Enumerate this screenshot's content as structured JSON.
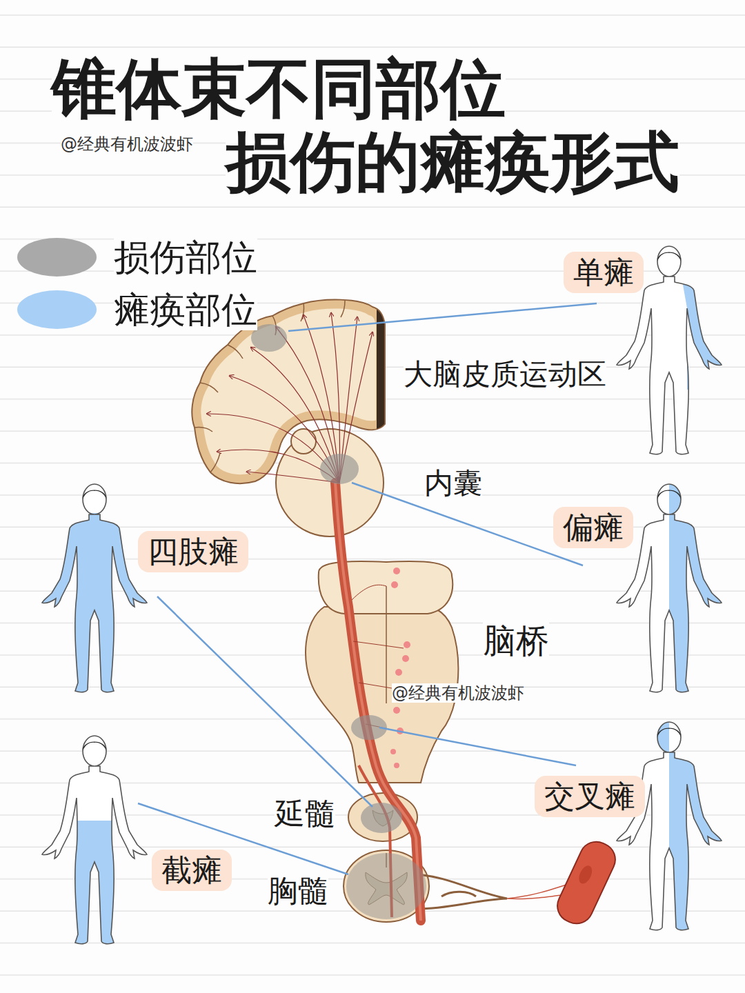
{
  "diagram": {
    "title": "锥体束不同部位 损伤的瘫痪形式",
    "nodes": [
      {
        "text": [
          "单瘫"
        ]
      },
      {
        "text": [
          "偏瘫"
        ]
      },
      {
        "text": [
          "四肢瘫"
        ]
      },
      {
        "text": [
          "交叉瘫"
        ]
      },
      {
        "text": [
          "截瘫"
        ]
      }
    ],
    "labels": [
      "@经典有机波波虾",
      "大脑皮质运动区",
      "内囊",
      "脑桥",
      "@经典有机波波虾",
      "延髓",
      "胸髓"
    ],
    "legend": [
      {
        "text": "损伤部位",
        "color": "#a9a9a9"
      },
      {
        "text": "瘫痪部位",
        "color": "#a8cff5"
      }
    ]
  }
}
